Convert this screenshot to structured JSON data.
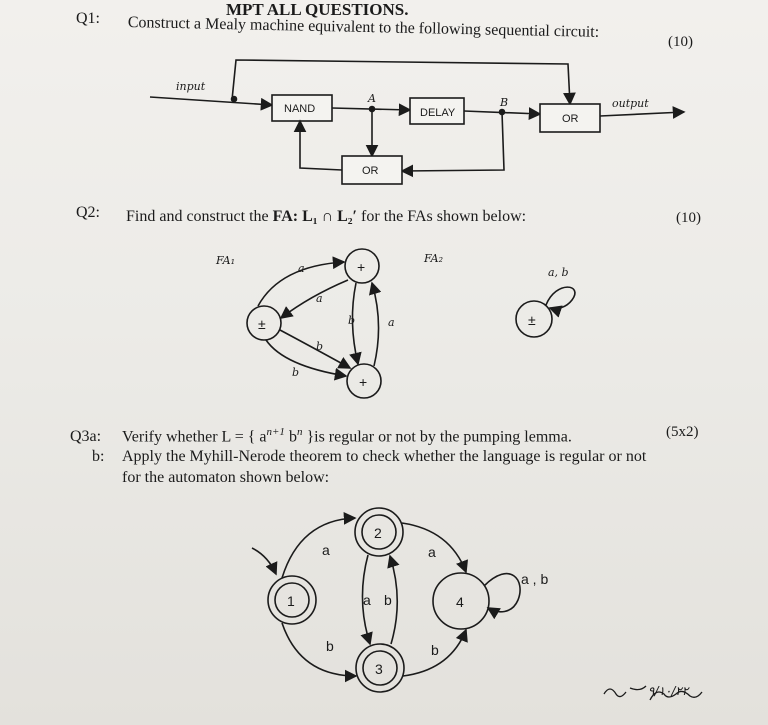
{
  "header": {
    "title": "MPT ALL QUESTIONS."
  },
  "q1": {
    "number": "Q1:",
    "text": "Construct a Mealy machine equivalent to the following sequential circuit:",
    "marks": "(10)",
    "circuit": {
      "input_label": "input",
      "output_label": "output",
      "nand_label": "NAND",
      "delay_label": "DELAY",
      "or_bottom_label": "OR",
      "or_right_label": "OR",
      "wire_a": "A",
      "wire_b": "B"
    }
  },
  "q2": {
    "number": "Q2:",
    "text_prefix": "Find and construct the",
    "text_bold": "FA:",
    "text_expr": "L₁ ∩ L₂′",
    "text_suffix": "for the FAs shown below:",
    "marks": "(10)",
    "fa1": {
      "label": "FA₁",
      "start_state": "±",
      "top_state": "+",
      "bottom_state": "+",
      "edge_start_top": "a",
      "edge_top_start": "a",
      "edge_start_bottom": "b",
      "edge_bottom_start": "b",
      "edge_top_bottom": "b",
      "edge_bottom_top": "a"
    },
    "fa2": {
      "label": "FA₂",
      "state": "±",
      "loop_label": "a, b"
    }
  },
  "q3": {
    "a_number": "Q3a:",
    "a_text_prefix": "Verify whether L = { a",
    "a_exp1": "n+1",
    "a_mid": " b",
    "a_exp2": "n",
    "a_text_suffix": " }is regular or not by the pumping lemma.",
    "a_marks": "(5x2)",
    "b_number": "b:",
    "b_text_line1": "Apply the Myhill-Nerode theorem to check whether the language is regular or not",
    "b_text_line2": "for the automaton shown below:",
    "automaton": {
      "state1": "1",
      "state2": "2",
      "state3": "3",
      "state4": "4",
      "edge_1_2": "a",
      "edge_1_3": "b",
      "edge_2_4": "a",
      "edge_3_4": "b",
      "edge_2_3": "a",
      "edge_3_2": "b",
      "loop_4": "a , b"
    }
  },
  "signature": {
    "text": "۹/۱۰/۲۲"
  }
}
